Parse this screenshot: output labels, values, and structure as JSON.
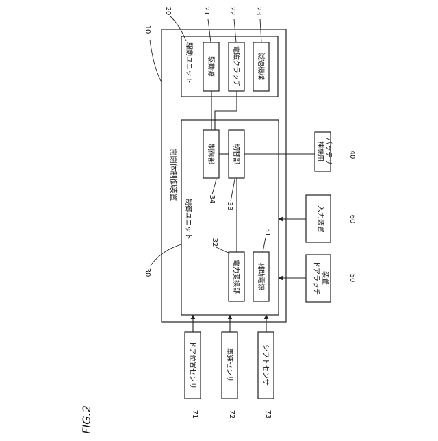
{
  "figure": {
    "label": "FIG.2"
  },
  "device": {
    "ref": "10",
    "label": "開閉体制御装置"
  },
  "drive_unit": {
    "ref": "20",
    "label": "駆動ユニット",
    "components": [
      {
        "ref": "21",
        "label": "駆動源"
      },
      {
        "ref": "22",
        "label": "電磁クラッチ"
      },
      {
        "ref": "23",
        "label": "減速機構"
      }
    ]
  },
  "control_unit": {
    "ref": "30",
    "label": "制御ユニット",
    "components": [
      {
        "ref": "31",
        "label": "補助電源"
      },
      {
        "ref": "32",
        "label": "電力変換部"
      },
      {
        "ref": "33",
        "label": "切替部"
      },
      {
        "ref": "34",
        "label": "制御部"
      }
    ]
  },
  "external": [
    {
      "ref": "40",
      "label_lines": [
        "補機用",
        "バッテリ"
      ]
    },
    {
      "ref": "60",
      "label_lines": [
        "入力装置"
      ]
    },
    {
      "ref": "50",
      "label_lines": [
        "ドアラッチ",
        "装置"
      ]
    }
  ],
  "sensors": [
    {
      "ref": "71",
      "label": "ドア位置センサ"
    },
    {
      "ref": "72",
      "label": "車速センサ"
    },
    {
      "ref": "73",
      "label": "シフトセンサ"
    }
  ]
}
